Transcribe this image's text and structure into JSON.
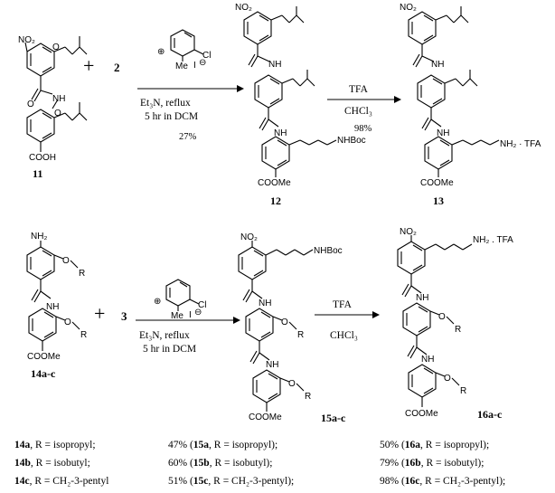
{
  "scheme1": {
    "compound_11": "11",
    "compound_2": "2",
    "compound_12": "12",
    "compound_13": "13",
    "plus": "+",
    "reagent_cation": "⊕",
    "reagent_cl": "Cl",
    "reagent_me": "Me",
    "reagent_iodide": "I",
    "reagent_anion": "⊖",
    "cond1_line1": "Et₃N, reflux",
    "cond1_line2": "5 hr in DCM",
    "cond1_yield": "27%",
    "cond2_line1": "TFA",
    "cond2_line2": "CHCl₃",
    "cond2_yield": "98%",
    "nhboc": "NHBoc",
    "nh2tfa": "NH₂ · TFA",
    "no2": "NO₂",
    "nh": "NH",
    "o": "O",
    "cooh": "COOH",
    "coome": "COOMe"
  },
  "scheme2": {
    "compound_14": "14a-c",
    "compound_3": "3",
    "compound_15": "15a-c",
    "compound_16": "16a-c",
    "plus": "+",
    "cond1_line1": "Et₃N, reflux",
    "cond1_line2": "5 hr in DCM",
    "cond2_line1": "TFA",
    "cond2_line2": "CHCl₃",
    "nh2": "NH₂",
    "r": "R",
    "nhboc": "NHBoc",
    "nh2tfa": "NH₂ . TFA"
  },
  "yields": {
    "col1": [
      {
        "id": "14a",
        "text": ", R = isopropyl;"
      },
      {
        "id": "14b",
        "text": ", R = isobutyl;"
      },
      {
        "id": "14c",
        "text": ", R = CH₂-3-pentyl"
      }
    ],
    "col2": [
      {
        "pre": "47% (",
        "id": "15a",
        "text": ", R = isopropyl);"
      },
      {
        "pre": "60% (",
        "id": "15b",
        "text": ", R = isobutyl);"
      },
      {
        "pre": "51% (",
        "id": "15c",
        "text": ", R = CH₂-3-pentyl);"
      }
    ],
    "col3": [
      {
        "pre": "50% (",
        "id": "16a",
        "text": ", R = isopropyl);"
      },
      {
        "pre": "79% (",
        "id": "16b",
        "text": ", R = isobutyl);"
      },
      {
        "pre": "98% (",
        "id": "16c",
        "text": ", R = CH₂-3-pentyl);"
      }
    ]
  }
}
